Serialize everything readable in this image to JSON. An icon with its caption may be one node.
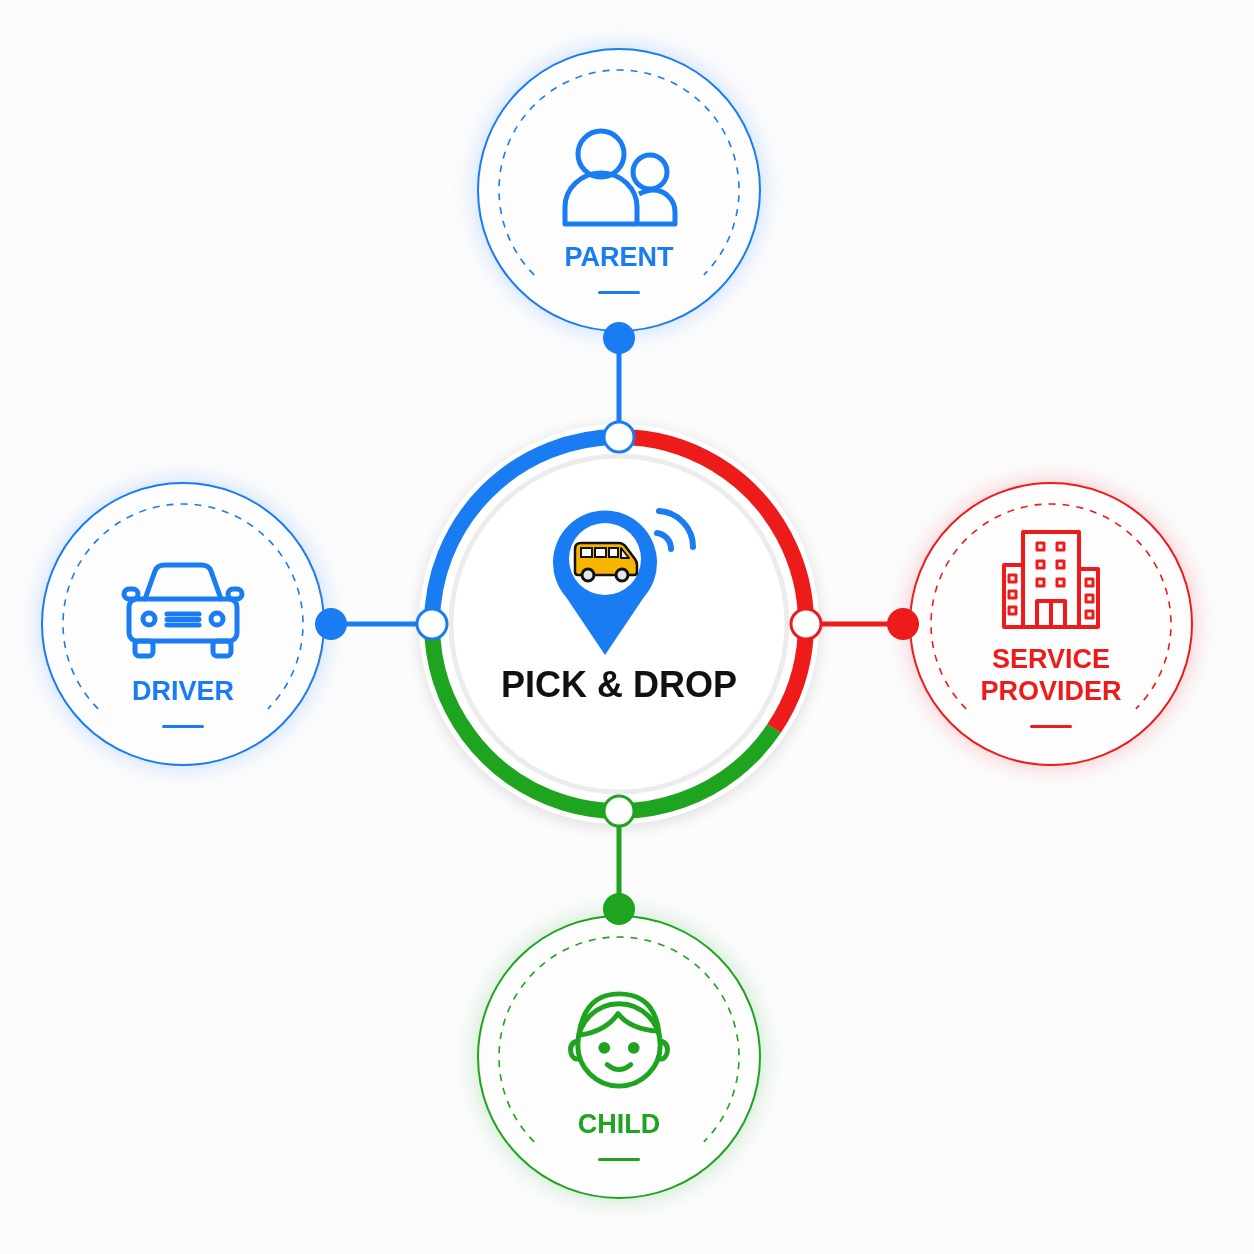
{
  "diagram": {
    "nodes": [
      {
        "text": [
          "PARENT"
        ]
      },
      {
        "text": [
          "DRIVER"
        ]
      },
      {
        "text": [
          "PICK & DROP"
        ]
      },
      {
        "text": [
          "SERVICE PROVIDER"
        ]
      },
      {
        "text": [
          "CHILD"
        ]
      }
    ],
    "edges": [
      {
        "from": 2,
        "to": 0,
        "arrow": "other"
      },
      {
        "from": 2,
        "to": 1,
        "arrow": "other"
      },
      {
        "from": 2,
        "to": 3,
        "arrow": "other",
        "color": "#ee1b1b"
      },
      {
        "from": 2,
        "to": 4,
        "arrow": "other",
        "color": "#1ea41e"
      }
    ]
  }
}
